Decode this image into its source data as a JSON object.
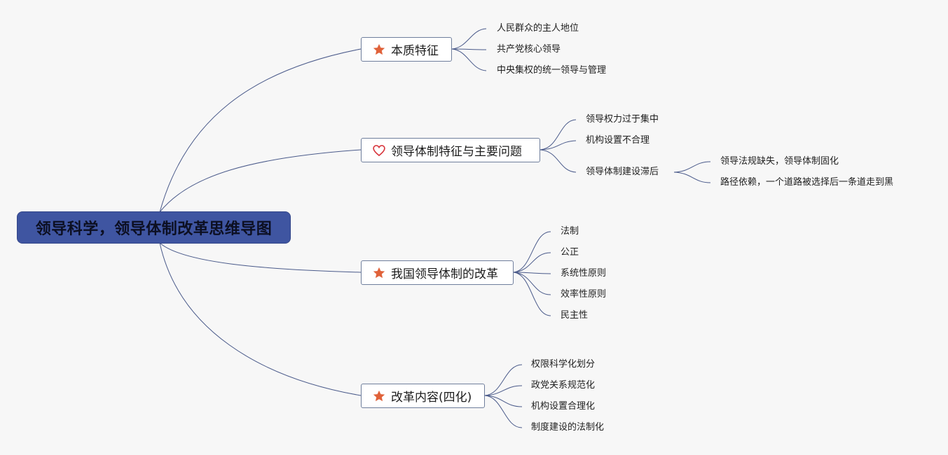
{
  "root": {
    "label": "领导科学，领导体制改革思维导图"
  },
  "branches": [
    {
      "label": "本质特征",
      "icon": "star-icon",
      "icon_color": "#e0623a",
      "items": [
        "人民群众的主人地位",
        "共产党核心领导",
        "中央集权的统一领导与管理"
      ]
    },
    {
      "label": "领导体制特征与主要问题",
      "icon": "heart-icon",
      "icon_color": "#d8383f",
      "items": [
        "领导权力过于集中",
        "机构设置不合理",
        "领导体制建设滞后"
      ],
      "sub_items": [
        "领导法规缺失，领导体制固化",
        "路径依赖，一个道路被选择后一条道走到黑"
      ]
    },
    {
      "label": "我国领导体制的改革",
      "icon": "star-icon",
      "icon_color": "#e0623a",
      "items": [
        "法制",
        "公正",
        "系统性原则",
        "效率性原则",
        "民主性"
      ]
    },
    {
      "label": "改革内容(四化)",
      "icon": "star-icon",
      "icon_color": "#e0623a",
      "items": [
        "权限科学化划分",
        "政党关系规范化",
        "机构设置合理化",
        "制度建设的法制化"
      ]
    }
  ],
  "colors": {
    "root_fill": "#3f55a1",
    "connector": "#4a5a8a",
    "topic_border": "#6f7e9c"
  }
}
